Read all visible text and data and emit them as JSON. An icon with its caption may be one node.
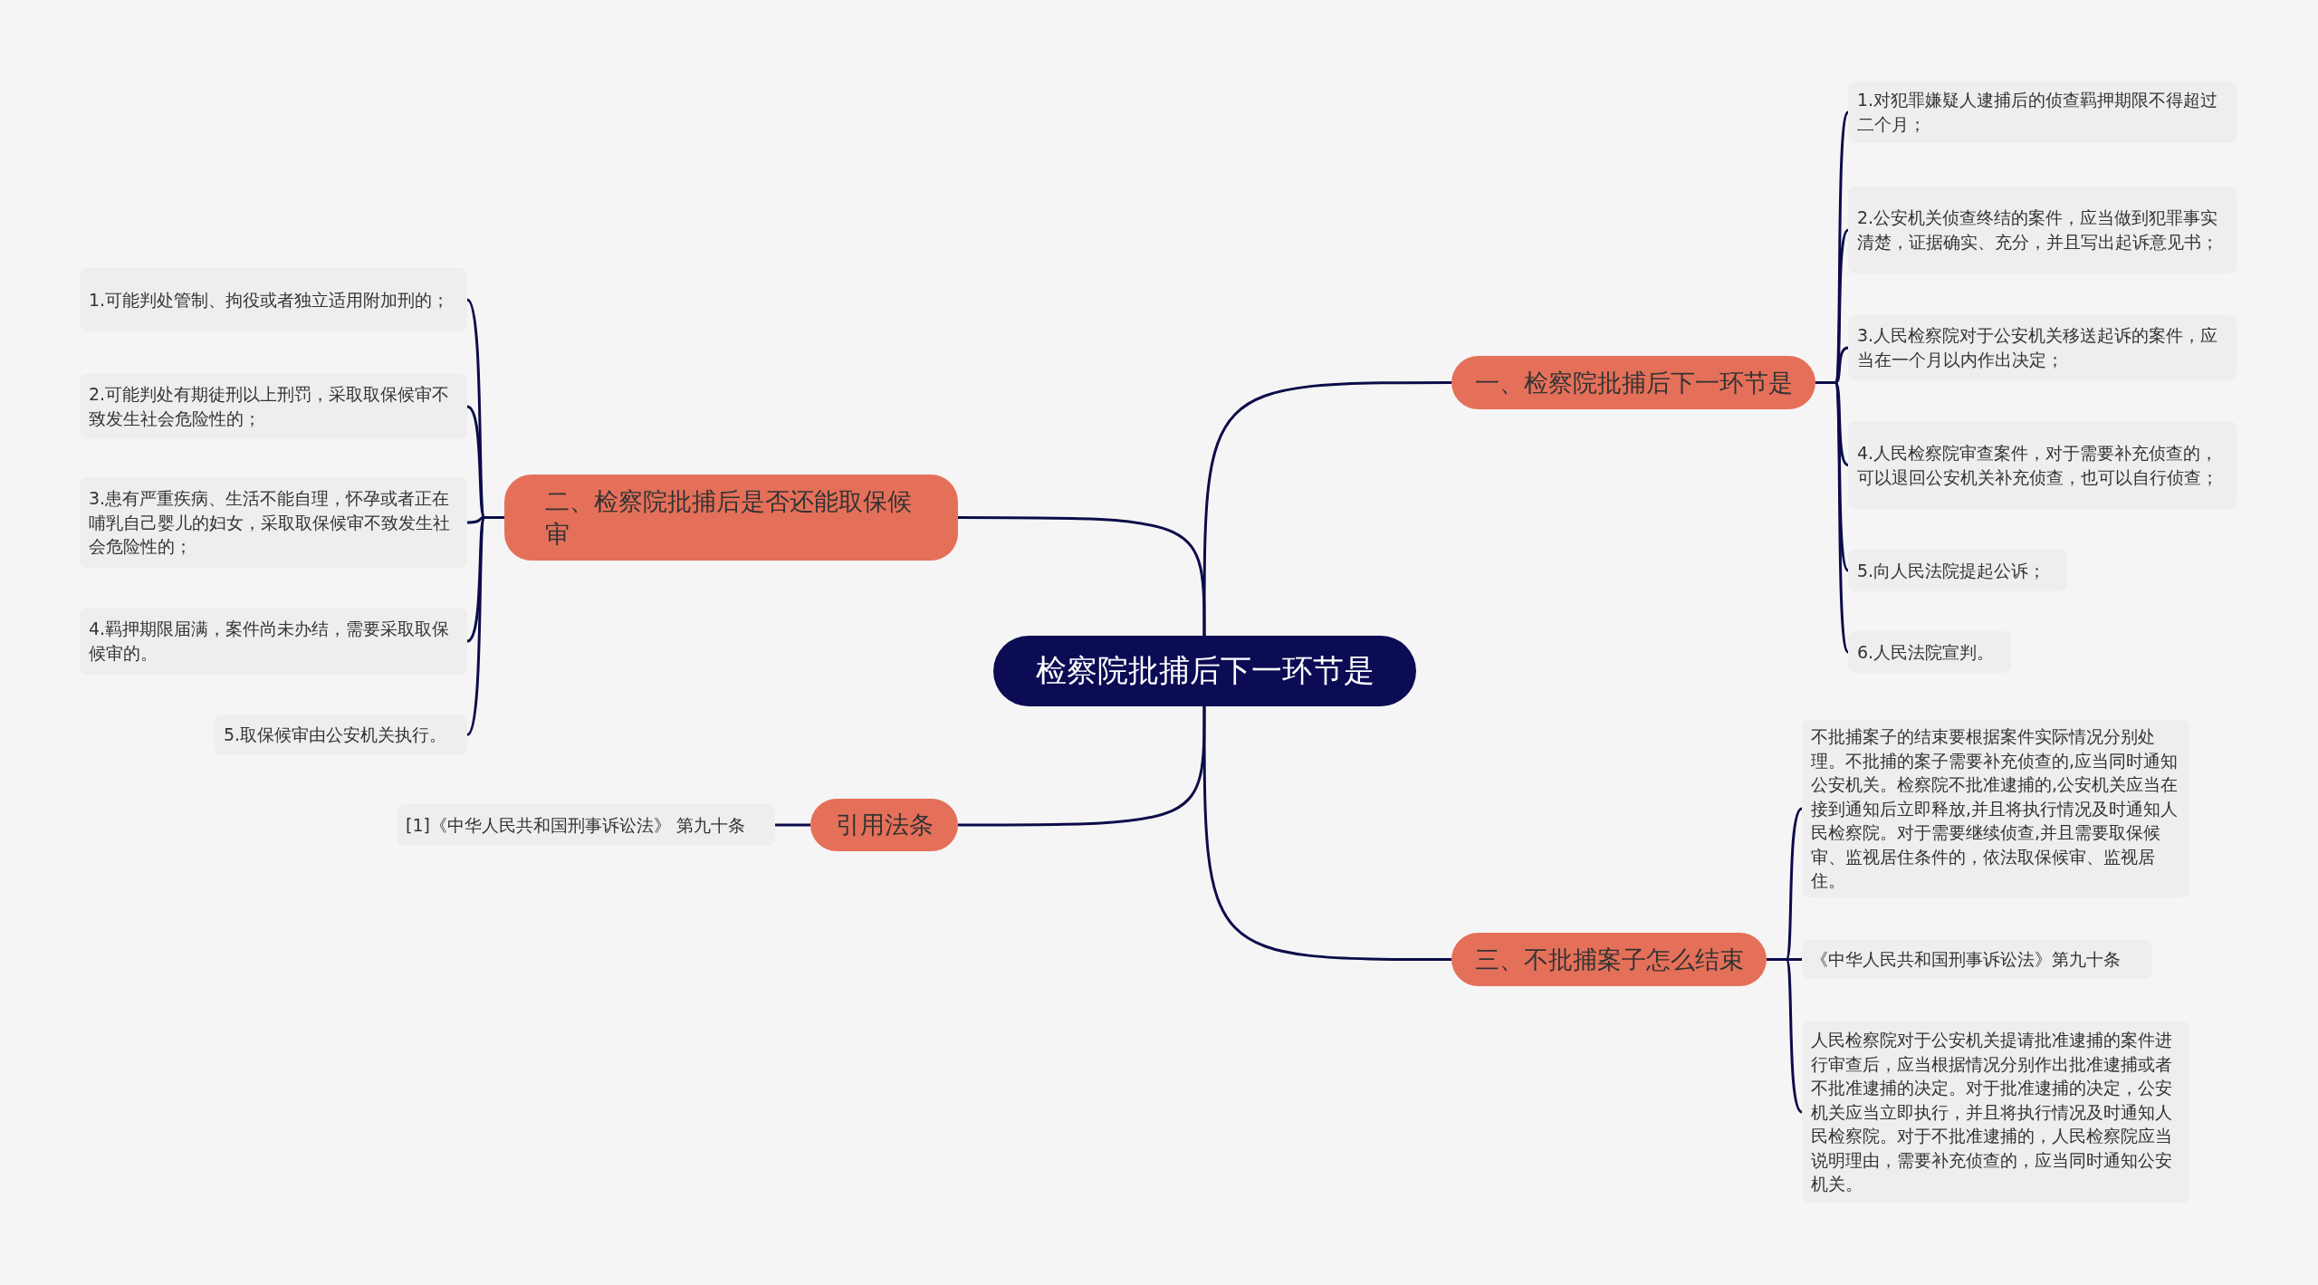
{
  "diagram": {
    "nodes": [
      {
        "text": [
          "检察院批捕后下一环节是"
        ]
      },
      {
        "text": [
          "一、检察院批捕后下一环节是"
        ]
      },
      {
        "text": [
          "1.对犯罪嫌疑人逮捕后的侦查羁押期限不得超过二个月；"
        ]
      },
      {
        "text": [
          "2.公安机关侦查终结的案件，应当做到犯罪事实清楚，证据确实、充分，并且写出起诉意见书；"
        ]
      },
      {
        "text": [
          "3.人民检察院对于公安机关移送起诉的案件，应当在一个月以内作出决定；"
        ]
      },
      {
        "text": [
          "4.人民检察院审查案件，对于需要补充侦查的，可以退回公安机关补充侦查，也可以自行侦查；"
        ]
      },
      {
        "text": [
          "5.向人民法院提起公诉；"
        ]
      },
      {
        "text": [
          "6.人民法院宣判。"
        ]
      },
      {
        "text": [
          "二、检察院批捕后是否还能取保候审"
        ]
      },
      {
        "text": [
          "1.可能判处管制、拘役或者独立适用附加刑的；"
        ]
      },
      {
        "text": [
          "2.可能判处有期徒刑以上刑罚，采取取保候审不致发生社会危险性的；"
        ]
      },
      {
        "text": [
          "3.患有严重疾病、生活不能自理，怀孕或者正在哺乳自己婴儿的妇女，采取取保候审不致发生社会危险性的；"
        ]
      },
      {
        "text": [
          "4.羁押期限届满，案件尚未办结，需要采取取保候审的。"
        ]
      },
      {
        "text": [
          "5.取保候审由公安机关执行。"
        ]
      },
      {
        "text": [
          "引用法条"
        ]
      },
      {
        "text": [
          "[1]《中华人民共和国刑事诉讼法》 第九十条"
        ]
      },
      {
        "text": [
          "三、不批捕案子怎么结束"
        ]
      },
      {
        "text": [
          "不批捕案子的结束要根据案件实际情况分别处理。不批捕的案子需要补充侦查的,应当同时通知公安机关。检察院不批准逮捕的,公安机关应当在接到通知后立即释放,并且将执行情况及时通知人民检察院。对于需要继续侦查,并且需要取保候审、监视居住条件的，依法取保候审、监视居住。"
        ]
      },
      {
        "text": [
          "《中华人民共和国刑事诉讼法》第九十条"
        ]
      },
      {
        "text": [
          "人民检察院对于公安机关提请批准逮捕的案件进行审查后，应当根据情况分别作出批准逮捕或者不批准逮捕的决定。对于批准逮捕的决定，公安机关应当立即执行，并且将执行情况及时通知人民检察院。对于不批准逮捕的，人民检察院应当说明理由，需要补充侦查的，应当同时通知公安机关。"
        ]
      }
    ],
    "edges": [
      {
        "from": 0,
        "to": 1,
        "arrow": "none"
      },
      {
        "from": 1,
        "to": 2,
        "arrow": "none"
      },
      {
        "from": 1,
        "to": 3,
        "arrow": "none"
      },
      {
        "from": 1,
        "to": 4,
        "arrow": "none"
      },
      {
        "from": 1,
        "to": 5,
        "arrow": "none"
      },
      {
        "from": 1,
        "to": 6,
        "arrow": "none"
      },
      {
        "from": 1,
        "to": 7,
        "arrow": "none"
      },
      {
        "from": 0,
        "to": 8,
        "arrow": "none"
      },
      {
        "from": 8,
        "to": 9,
        "arrow": "none"
      },
      {
        "from": 8,
        "to": 10,
        "arrow": "none"
      },
      {
        "from": 8,
        "to": 11,
        "arrow": "none"
      },
      {
        "from": 8,
        "to": 12,
        "arrow": "none"
      },
      {
        "from": 8,
        "to": 13,
        "arrow": "none"
      },
      {
        "from": 0,
        "to": 14,
        "arrow": "none"
      },
      {
        "from": 14,
        "to": 15,
        "arrow": "none"
      },
      {
        "from": 0,
        "to": 16,
        "arrow": "none"
      },
      {
        "from": 16,
        "to": 17,
        "arrow": "none"
      },
      {
        "from": 16,
        "to": 18,
        "arrow": "none"
      },
      {
        "from": 16,
        "to": 19,
        "arrow": "none"
      }
    ]
  }
}
